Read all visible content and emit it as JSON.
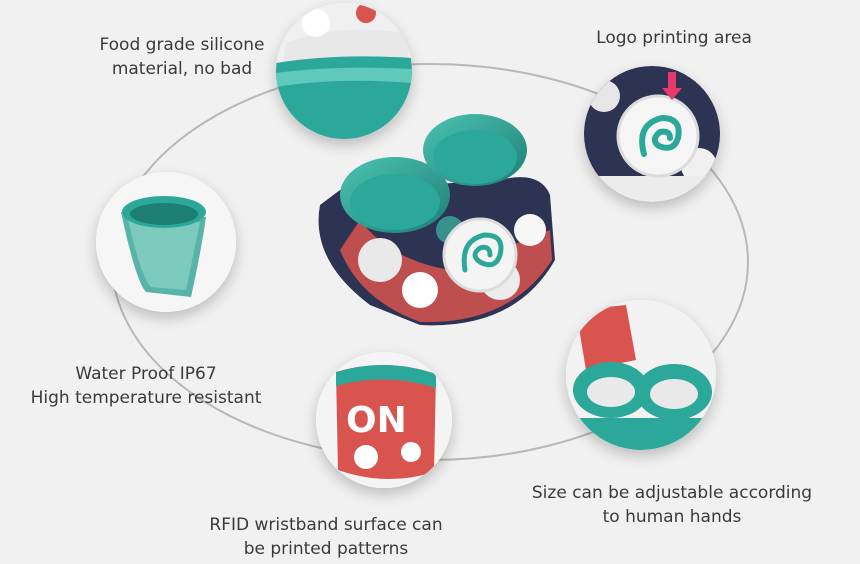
{
  "features": [
    {
      "id": "silicone",
      "line1": "Food grade silicone",
      "line2": "material, no bad"
    },
    {
      "id": "logo",
      "line1": "Logo printing area",
      "line2": ""
    },
    {
      "id": "waterproof",
      "line1": "Water Proof IP67",
      "line2": "High temperature resistant"
    },
    {
      "id": "printed",
      "line1": "RFID wristband surface can",
      "line2": "be printed patterns"
    },
    {
      "id": "adjustable",
      "line1": "Size can be adjustable according",
      "line2": "to human hands"
    }
  ],
  "colors": {
    "teal": "#2ba89a",
    "teal_dark": "#1d7f74",
    "navy": "#2d3352",
    "coral": "#d9534f",
    "accent_arrow": "#e8376a",
    "ring": "#b8b8b8"
  }
}
